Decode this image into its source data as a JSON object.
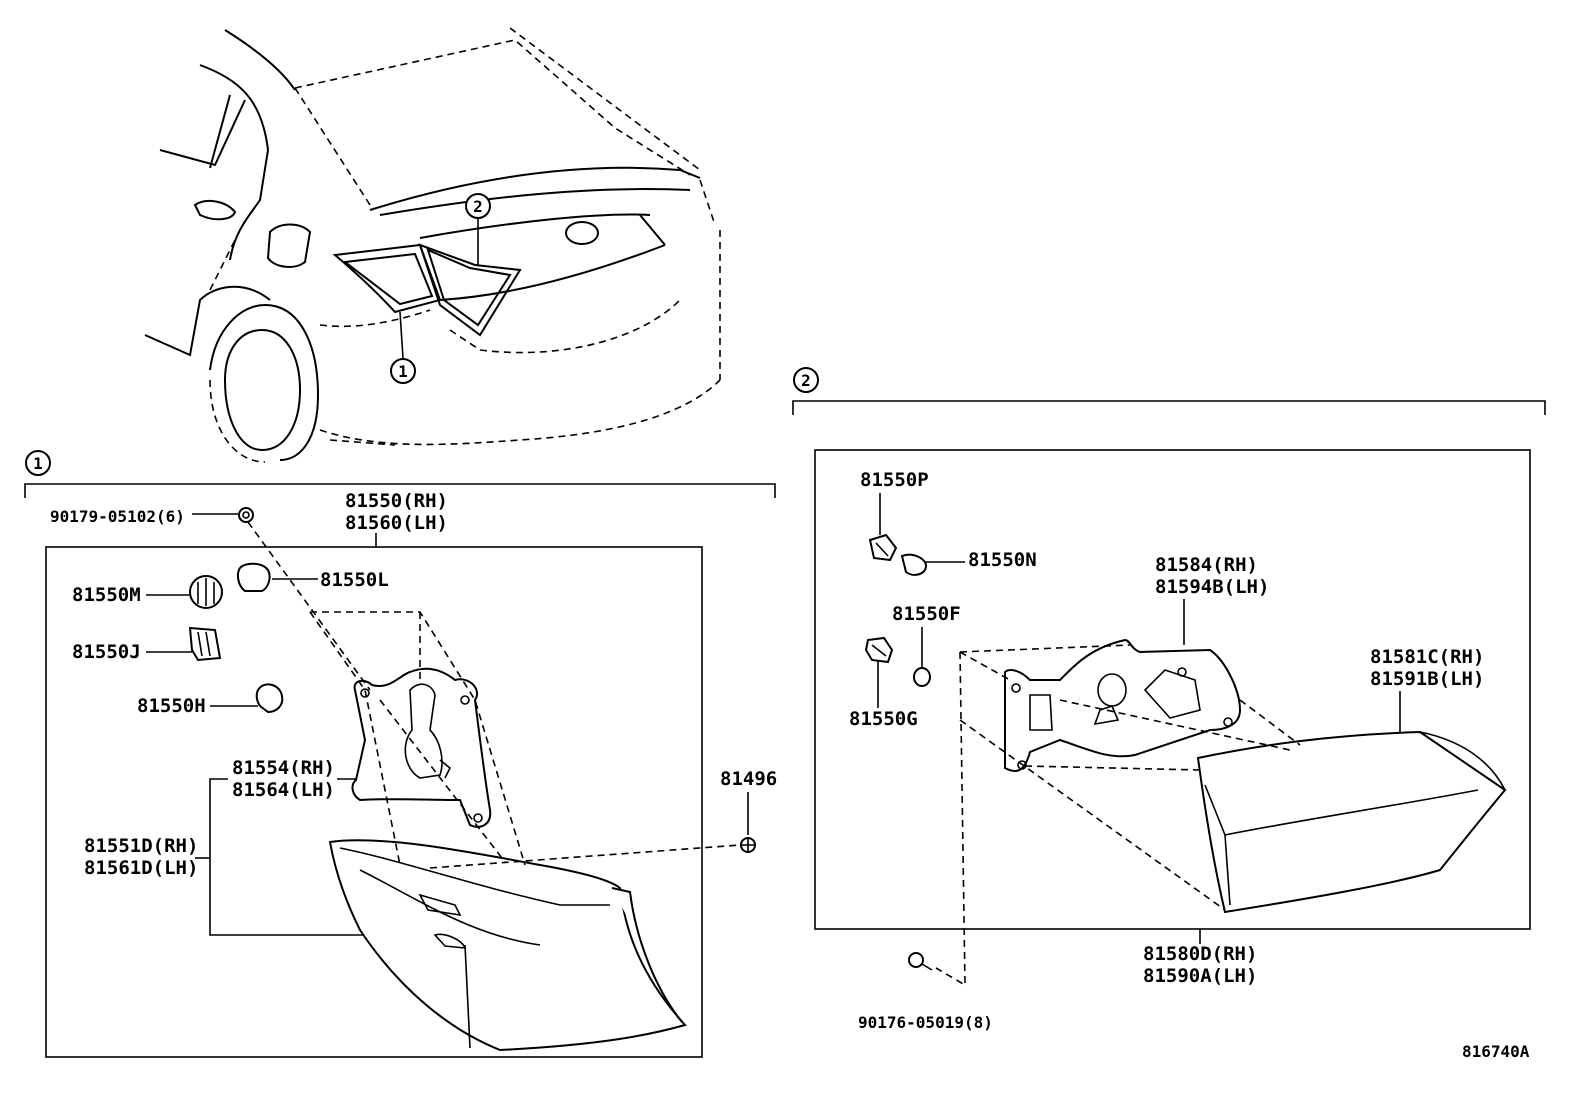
{
  "callouts": {
    "one": "1",
    "two": "2"
  },
  "section1": {
    "parts": {
      "bolt": "90179-05102(6)",
      "lamp_rh": "81550(RH)",
      "lamp_lh": "81560(LH)",
      "socket_m": "81550M",
      "bulb_l": "81550L",
      "socket_j": "81550J",
      "bulb_h": "81550H",
      "gasket_rh": "81554(RH)",
      "gasket_lh": "81564(LH)",
      "lens_rh": "81551D(RH)",
      "lens_lh": "81561D(LH)",
      "clip": "81496"
    }
  },
  "section2": {
    "parts": {
      "socket_p": "81550P",
      "bulb_n": "81550N",
      "bulb_f": "81550F",
      "socket_g": "81550G",
      "gasket_rh": "81584(RH)",
      "gasket_lh": "81594B(LH)",
      "lens_rh": "81581C(RH)",
      "lens_lh": "81591B(LH)",
      "lamp_rh": "81580D(RH)",
      "lamp_lh": "81590A(LH)",
      "nut": "90176-05019(8)"
    }
  },
  "figure_id": "816740A"
}
